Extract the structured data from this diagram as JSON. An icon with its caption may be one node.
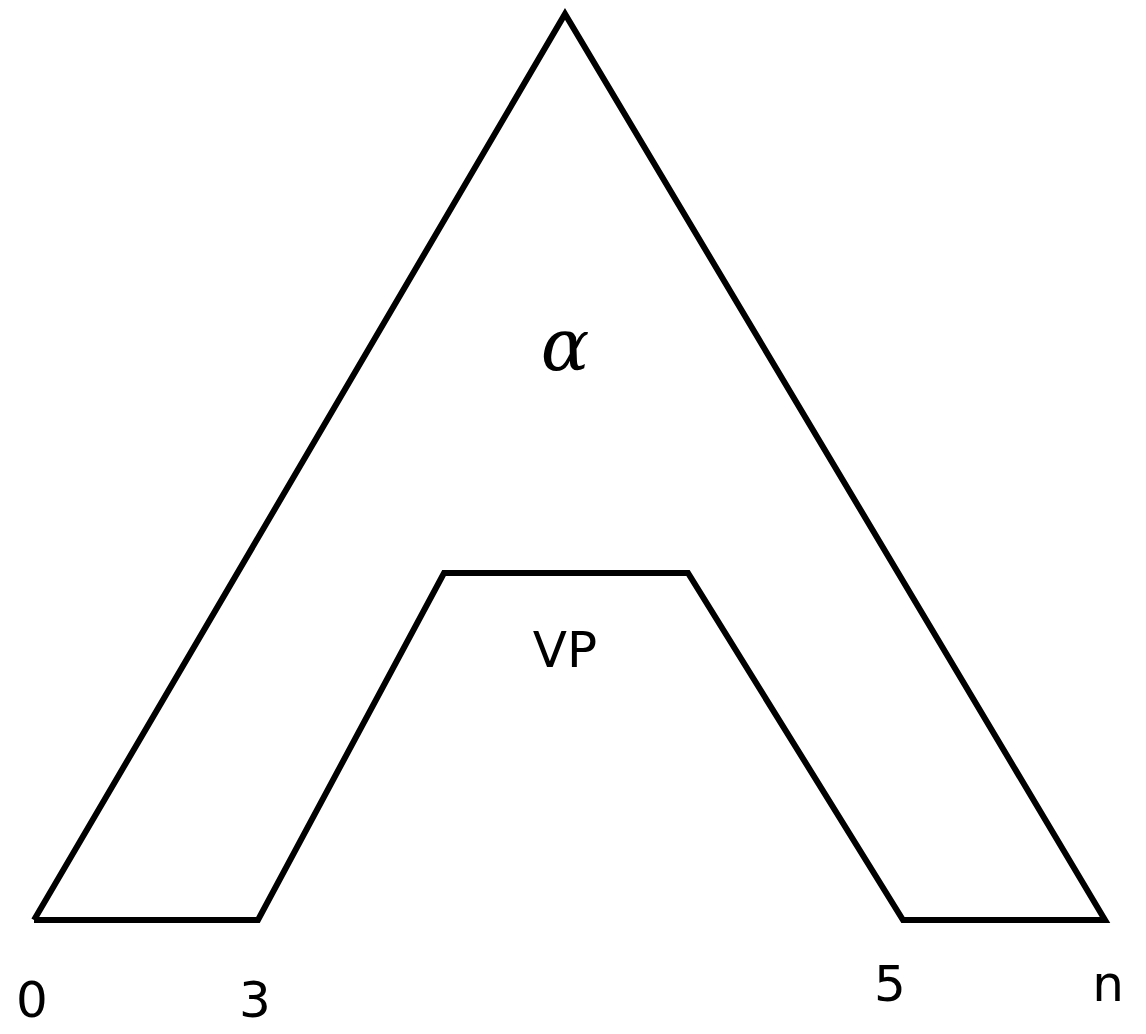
{
  "diagram": {
    "nodes": [
      {
        "text": [
          "α"
        ]
      }
    ],
    "labels": [
      "VP",
      "0",
      "3",
      "5",
      "n"
    ]
  }
}
